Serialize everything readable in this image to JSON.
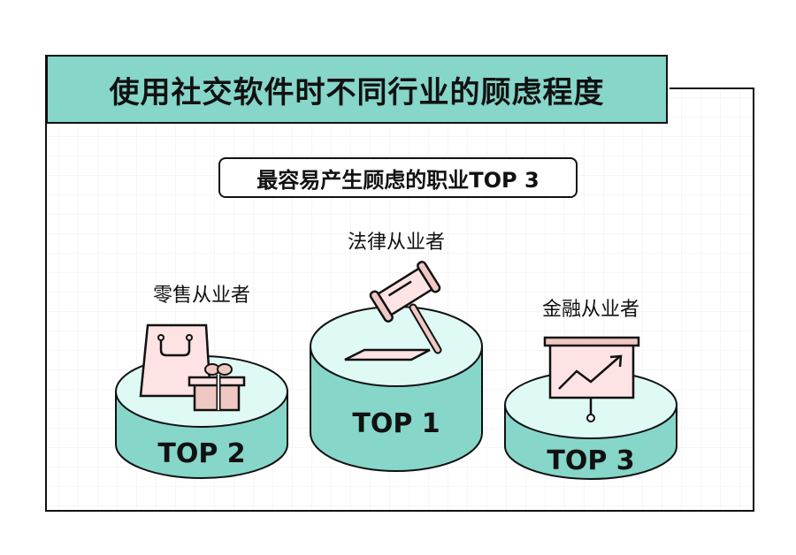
{
  "title": "使用社交软件时不同行业的顾虑程度",
  "subtitle": "最容易产生顾虑的职业TOP 3",
  "podiums": [
    {
      "rank_label": "TOP 1",
      "industry": "法律从业者",
      "icon": "gavel-icon"
    },
    {
      "rank_label": "TOP 2",
      "industry": "零售从业者",
      "icon": "shopping-bag-gift-icon"
    },
    {
      "rank_label": "TOP 3",
      "industry": "金融从业者",
      "icon": "chart-board-icon"
    }
  ],
  "colors": {
    "teal": "#86d6c9",
    "teal_light": "#dff9f5",
    "pink": "#fde3e3",
    "pink_dark": "#f0c8c3",
    "grid": "#ececec"
  }
}
